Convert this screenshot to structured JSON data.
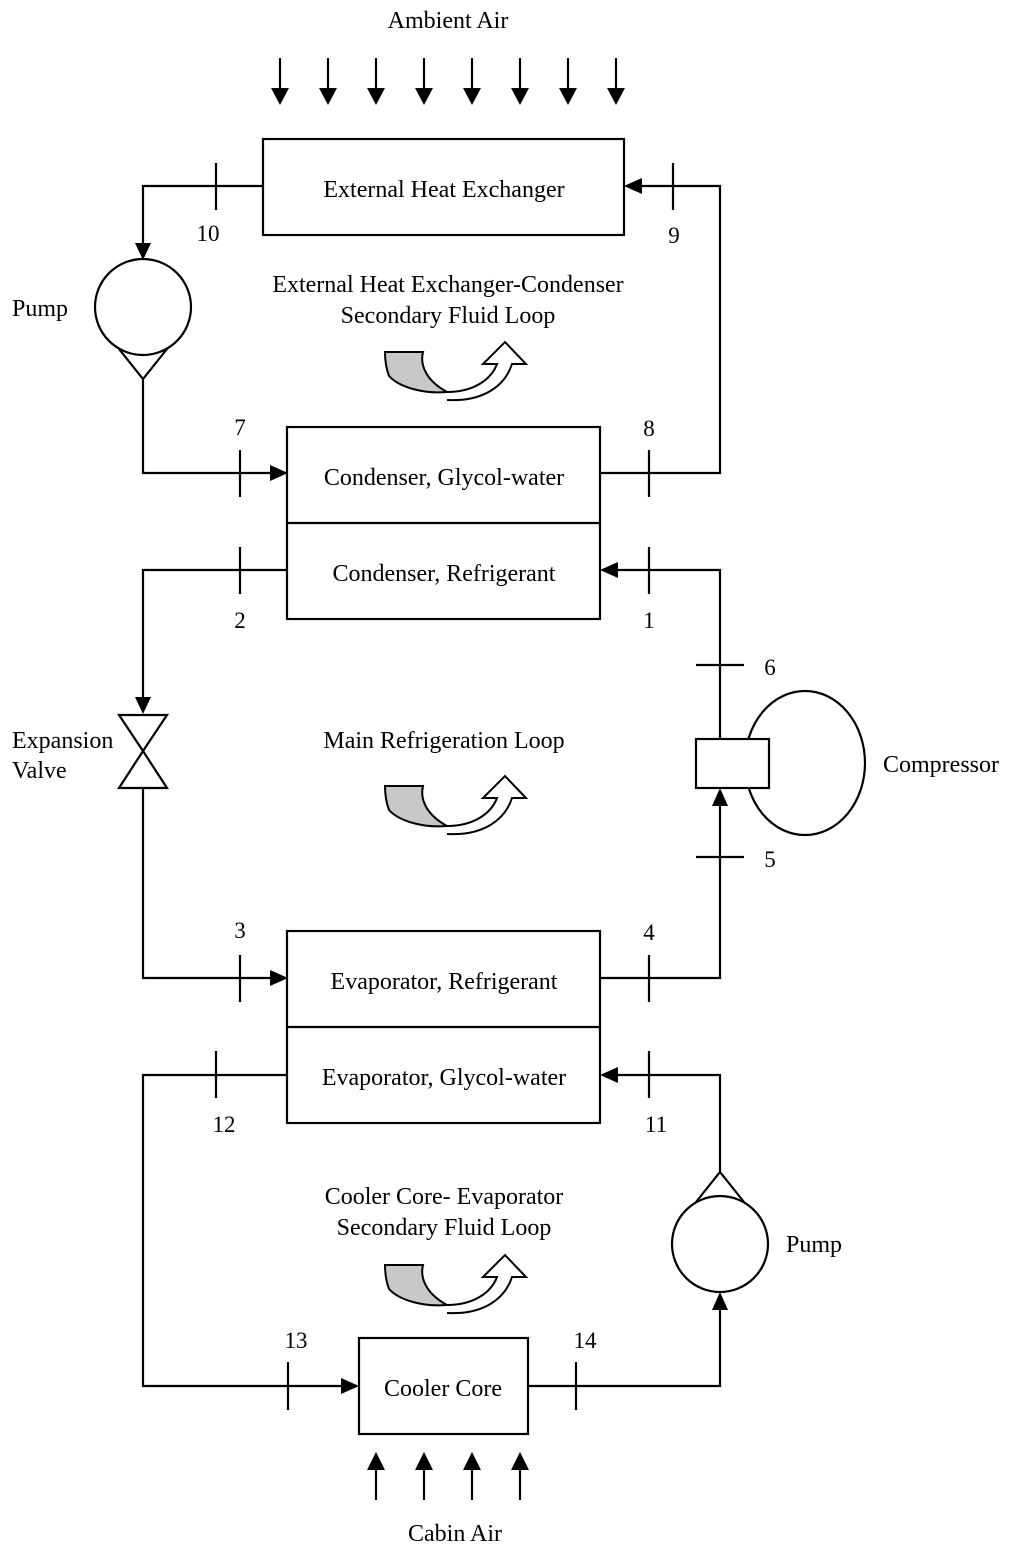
{
  "labels": {
    "ambient_air": "Ambient Air",
    "cabin_air": "Cabin Air",
    "external_hx": "External Heat Exchanger",
    "ext_loop_line1": "External Heat Exchanger-Condenser",
    "ext_loop_line2": "Secondary Fluid Loop",
    "condenser_glycol": "Condenser, Glycol-water",
    "condenser_refrigerant": "Condenser, Refrigerant",
    "main_loop": "Main Refrigeration Loop",
    "evaporator_refrigerant": "Evaporator, Refrigerant",
    "evaporator_glycol": "Evaporator, Glycol-water",
    "cooler_loop_line1": "Cooler Core- Evaporator",
    "cooler_loop_line2": "Secondary Fluid Loop",
    "cooler_core": "Cooler Core",
    "pump_top": "Pump",
    "pump_bottom": "Pump",
    "expansion_line1": "Expansion",
    "expansion_line2": "Valve",
    "compressor": "Compressor"
  },
  "state_points": {
    "p1": "1",
    "p2": "2",
    "p3": "3",
    "p4": "4",
    "p5": "5",
    "p6": "6",
    "p7": "7",
    "p8": "8",
    "p9": "9",
    "p10": "10",
    "p11": "11",
    "p12": "12",
    "p13": "13",
    "p14": "14"
  },
  "colors": {
    "line": "#000000",
    "loop_arrow_fill": "#c8c8c8"
  }
}
